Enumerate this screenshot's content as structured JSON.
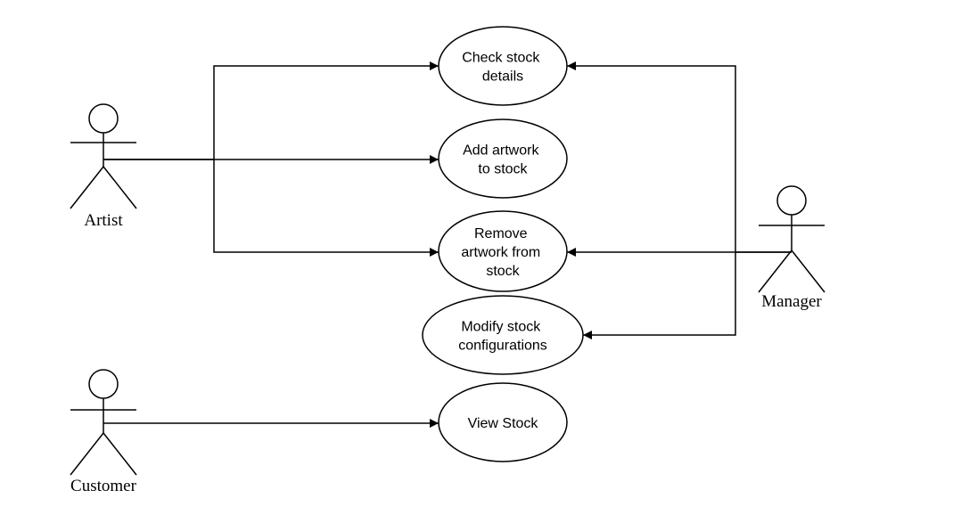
{
  "actors": [
    {
      "id": "artist",
      "name": "Artist"
    },
    {
      "id": "manager",
      "name": "Manager"
    },
    {
      "id": "customer",
      "name": "Customer"
    }
  ],
  "use_cases": [
    {
      "id": "check-stock-details",
      "lines": [
        "Check stock",
        "details"
      ]
    },
    {
      "id": "add-artwork-to-stock",
      "lines": [
        "Add artwork",
        "to stock"
      ]
    },
    {
      "id": "remove-artwork-from-stock",
      "lines": [
        "Remove",
        "artwork from",
        "stock"
      ]
    },
    {
      "id": "modify-stock-configurations",
      "lines": [
        "Modify stock",
        "configurations"
      ]
    },
    {
      "id": "view-stock",
      "lines": [
        "View Stock"
      ]
    }
  ],
  "associations": [
    {
      "from": "artist",
      "to": "check-stock-details"
    },
    {
      "from": "artist",
      "to": "add-artwork-to-stock"
    },
    {
      "from": "artist",
      "to": "remove-artwork-from-stock"
    },
    {
      "from": "manager",
      "to": "check-stock-details"
    },
    {
      "from": "manager",
      "to": "remove-artwork-from-stock"
    },
    {
      "from": "manager",
      "to": "modify-stock-configurations"
    },
    {
      "from": "customer",
      "to": "view-stock"
    }
  ]
}
